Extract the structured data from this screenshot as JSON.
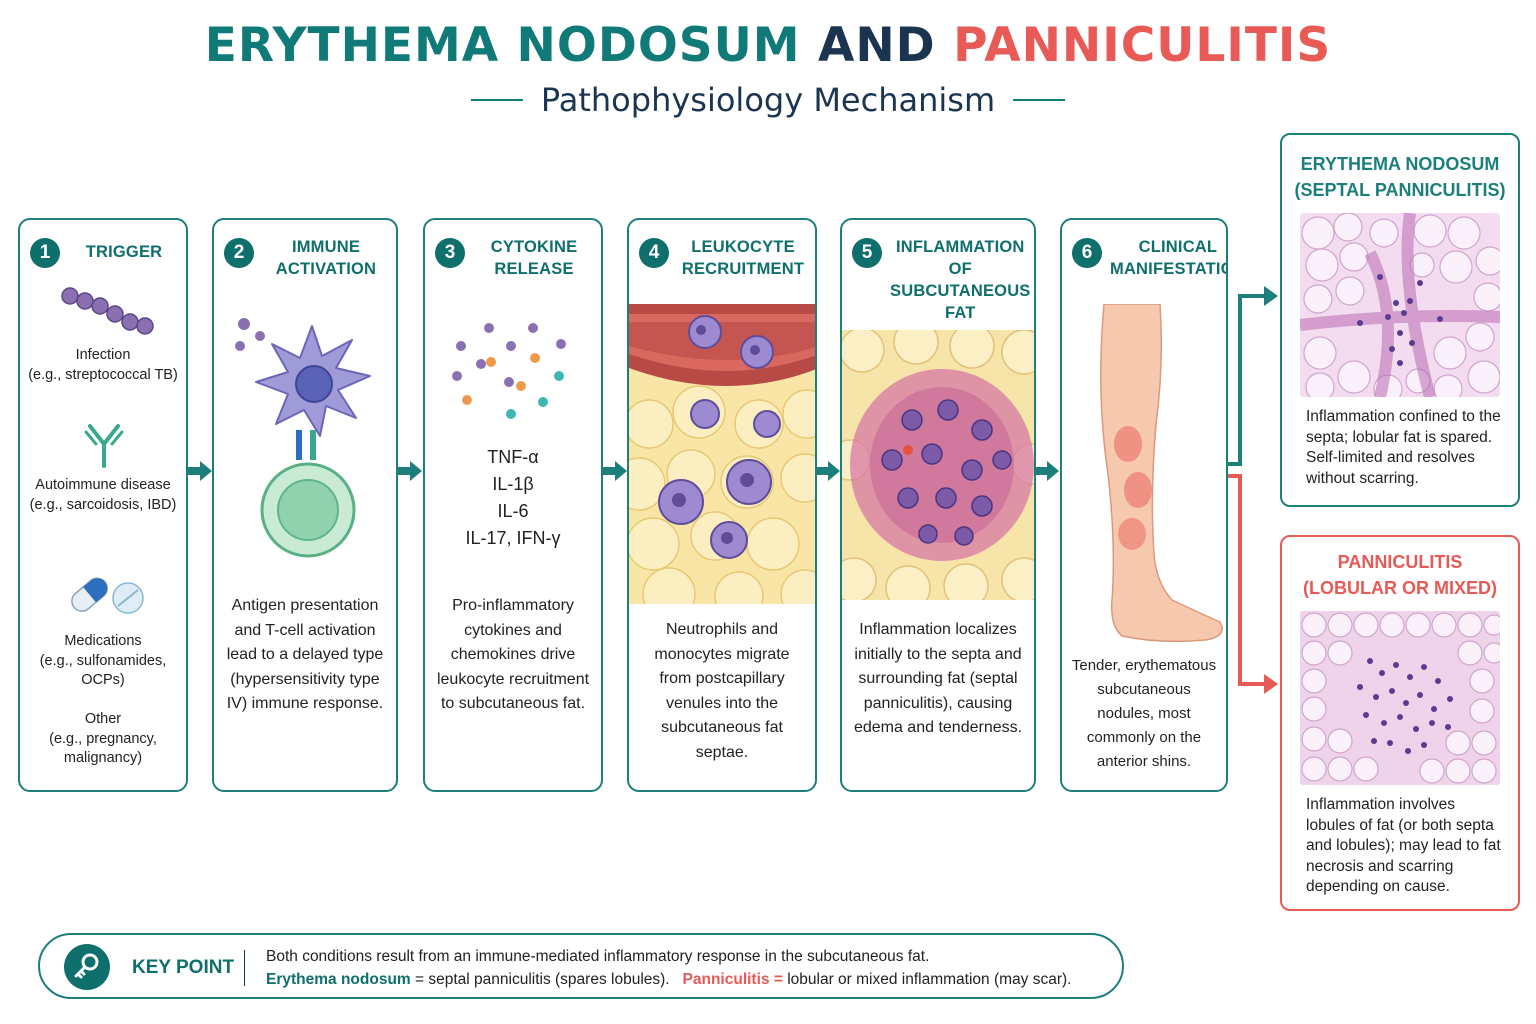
{
  "title": {
    "part1": "ERYTHEMA NODOSUM",
    "part2": "AND",
    "part3": "PANNICULITIS"
  },
  "subtitle": "Pathophysiology Mechanism",
  "steps": [
    {
      "number": "1",
      "title_line1": "TRIGGER",
      "title_line2": "",
      "triggers": [
        {
          "name": "Infection",
          "example": "(e.g., streptococcal TB)"
        },
        {
          "name": "Autoimmune disease",
          "example": "(e.g., sarcoidosis, IBD)"
        },
        {
          "name": "Medications",
          "example": "(e.g., sulfonamides, OCPs)"
        },
        {
          "name": "Other",
          "example": "(e.g., pregnancy, malignancy)"
        }
      ]
    },
    {
      "number": "2",
      "title_line1": "IMMUNE",
      "title_line2": "ACTIVATION",
      "desc": "Antigen presentation and T-cell activation lead to a delayed type (hypersensitivity type IV) immune response."
    },
    {
      "number": "3",
      "title_line1": "CYTOKINE",
      "title_line2": "RELEASE",
      "cytokines": [
        "TNF-α",
        "IL-1β",
        "IL-6",
        "IL-17, IFN-γ"
      ],
      "desc": "Pro-inflammatory cytokines and chemokines drive leukocyte recruitment to subcutaneous fat."
    },
    {
      "number": "4",
      "title_line1": "LEUKOCYTE",
      "title_line2": "RECRUITMENT",
      "desc": "Neutrophils and monocytes migrate from postcapillary venules into the subcutaneous fat septae."
    },
    {
      "number": "5",
      "title_line1": "INFLAMMATION",
      "title_line2": "OF SUBCUTANEOUS",
      "title_line3": "FAT",
      "desc": "Inflammation localizes initially to the septa and surrounding fat (septal panniculitis), causing edema and tenderness."
    },
    {
      "number": "6",
      "title_line1": "CLINICAL",
      "title_line2": "MANIFESTATION",
      "desc": "Tender, erythematous subcutaneous nodules, most commonly on the anterior shins."
    }
  ],
  "erythema_nodosum": {
    "title_line1": "ERYTHEMA NODOSUM",
    "title_line2": "(SEPTAL PANNICULITIS)",
    "desc": "Inflammation confined to the septa; lobular fat is spared. Self-limited and resolves without scarring."
  },
  "panniculitis": {
    "title_line1": "PANNICULITIS",
    "title_line2": "(LOBULAR OR MIXED)",
    "desc": "Inflammation involves lobules of fat (or both septa and lobules); may lead to fat necrosis and scarring depending on cause."
  },
  "key_point": {
    "label": "KEY POINT",
    "line1": "Both conditions result from an immune-mediated inflammatory response in the subcutaneous fat.",
    "en_term": "Erythema nodosum",
    "en_def": " = septal panniculitis (spares lobules).",
    "pn_term": "Panniculitis =",
    "pn_def": " lobular or mixed inflammation (may scar)."
  },
  "colors": {
    "teal": "#0f7a78",
    "navy": "#1b3550",
    "coral": "#e75a55"
  },
  "icons": [
    "bacteria-icon",
    "antibody-icon",
    "pill-icon",
    "tablet-icon",
    "dendritic-cell-icon",
    "t-cell-icon",
    "cytokine-dots-icon",
    "key-icon"
  ]
}
